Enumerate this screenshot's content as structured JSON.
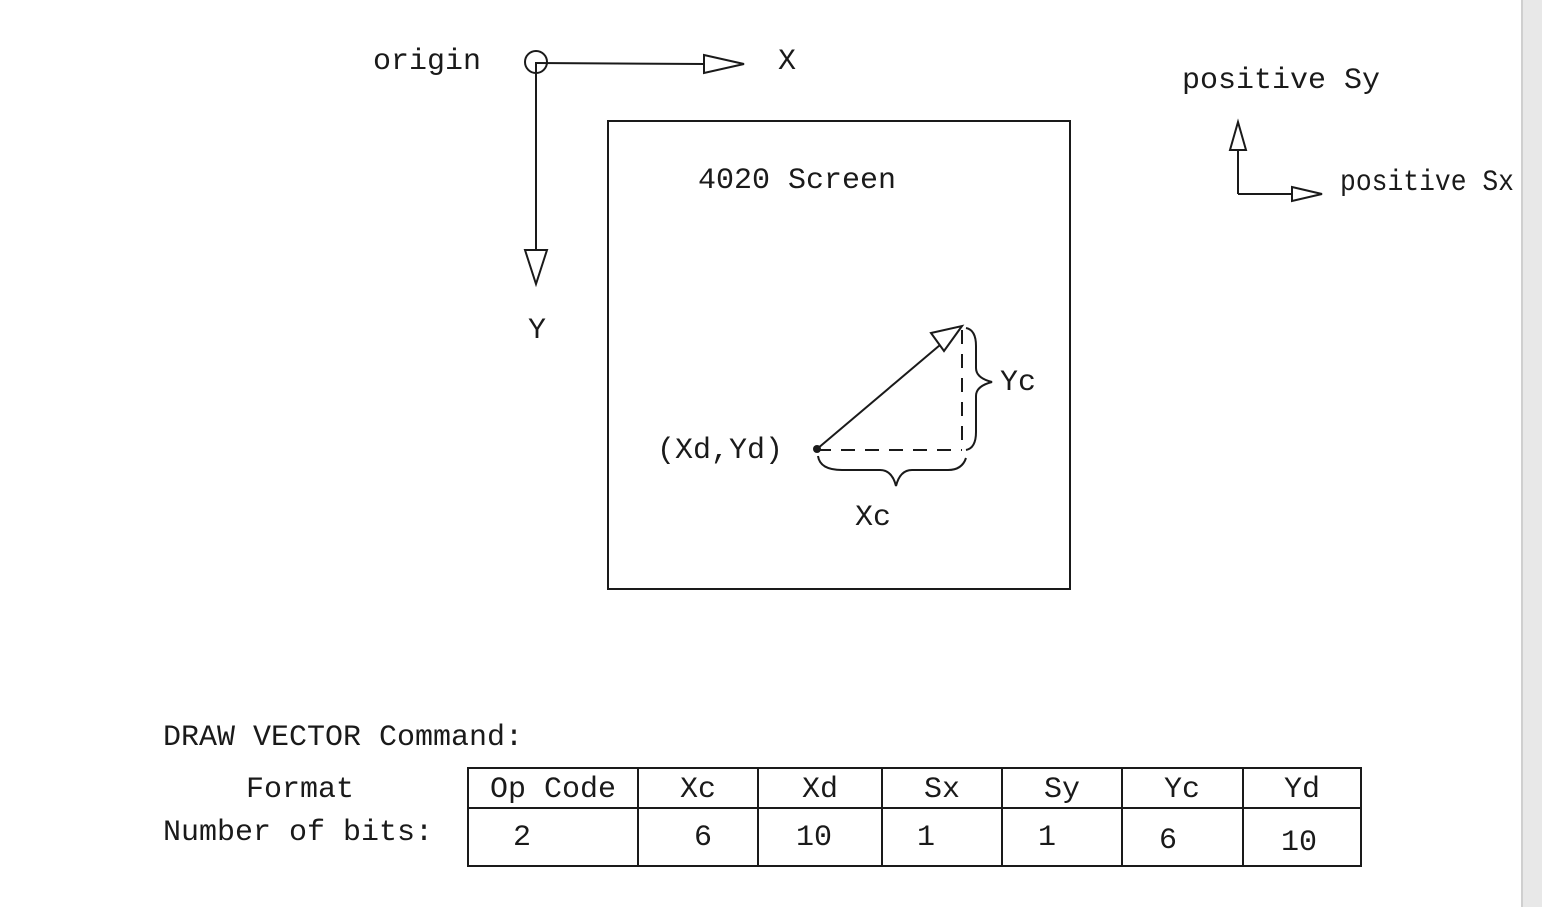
{
  "labels": {
    "origin": "origin",
    "x_axis": "X",
    "y_axis": "Y",
    "screen": "4020 Screen",
    "positive_sy": "positive Sy",
    "positive_sx": "positive Sx",
    "start_point": "(Xd,Yd)",
    "xc": "Xc",
    "yc": "Yc"
  },
  "command": {
    "title": "DRAW VECTOR Command:",
    "format_label": "Format",
    "bits_label": "Number of bits:",
    "fields": [
      "Op Code",
      "Xc",
      "Xd",
      "Sx",
      "Sy",
      "Yc",
      "Yd"
    ],
    "bits": [
      "2",
      "6",
      "10",
      "1",
      "1",
      "6",
      "10"
    ]
  }
}
